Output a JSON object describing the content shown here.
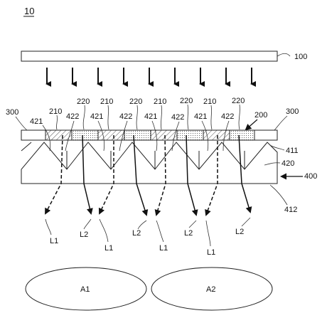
{
  "figure_number": "10",
  "labels": {
    "plate": "100",
    "film": "200",
    "frame_left": "300",
    "frame_right": "300",
    "lens": "400",
    "lens_top": "411",
    "lens_mid": "420",
    "lens_bottom": "412"
  },
  "segment_labels": [
    "210",
    "220",
    "210",
    "220",
    "210",
    "220",
    "210",
    "220"
  ],
  "prism_labels": [
    "421",
    "422",
    "421",
    "422",
    "421",
    "422",
    "421",
    "422"
  ],
  "ray_labels": [
    "L1",
    "L2",
    "L1",
    "L2",
    "L1",
    "L2",
    "L1",
    "L2"
  ],
  "regions": [
    "A1",
    "A2"
  ],
  "colors": {
    "line": "#222222",
    "hatch": "#555555",
    "dots": "#666666"
  }
}
